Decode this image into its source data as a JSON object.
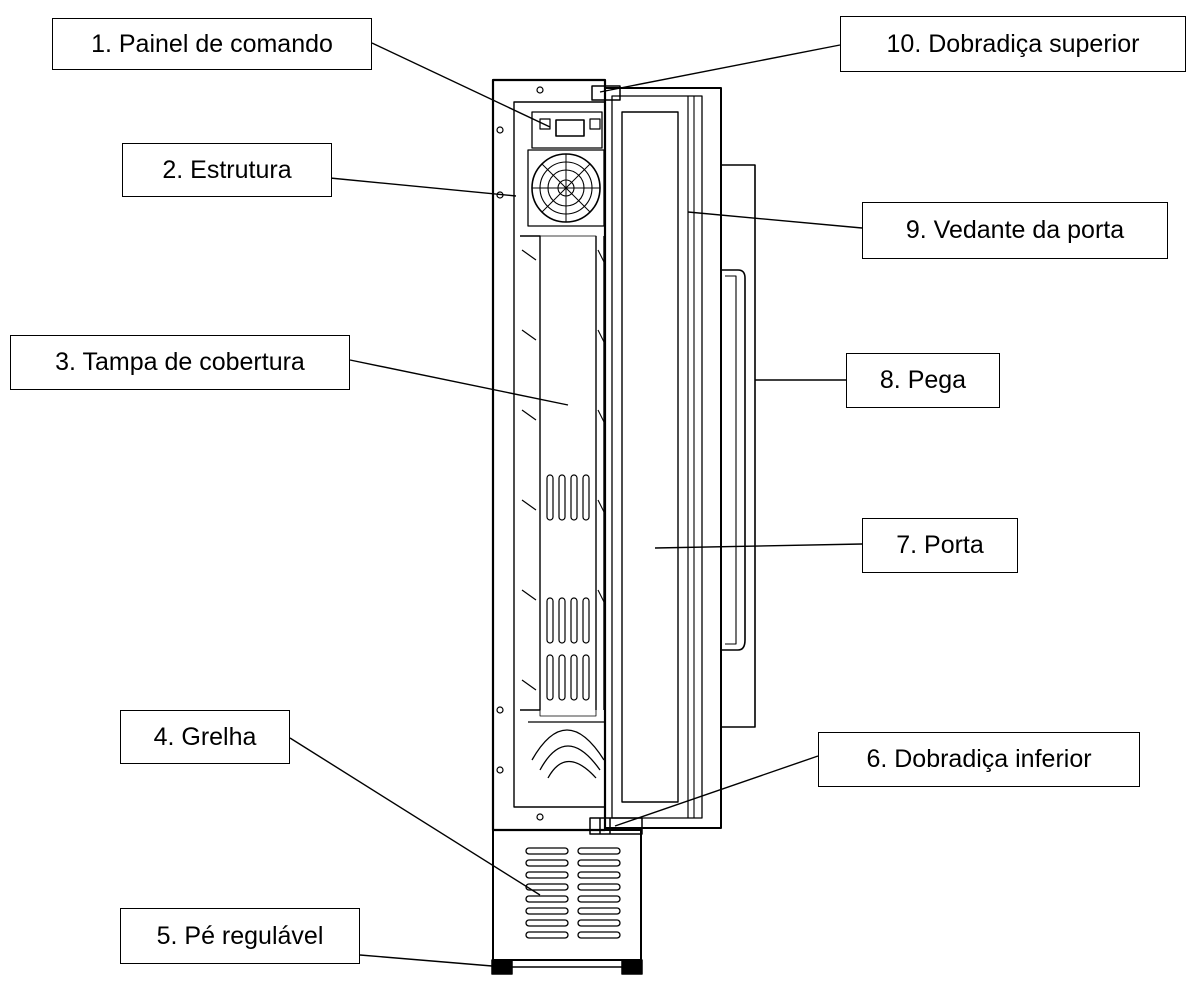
{
  "labels": {
    "l1": "1. Painel de comando",
    "l2": "2. Estrutura",
    "l3": "3. Tampa de cobertura",
    "l4": "4. Grelha",
    "l5": "5. Pé regulável",
    "l6": "6. Dobradiça inferior",
    "l7": "7. Porta",
    "l8": "8. Pega",
    "l9": "9. Vedante da porta",
    "l10": "10. Dobradiça superior"
  },
  "colors": {
    "line": "#000000",
    "background": "#ffffff"
  }
}
